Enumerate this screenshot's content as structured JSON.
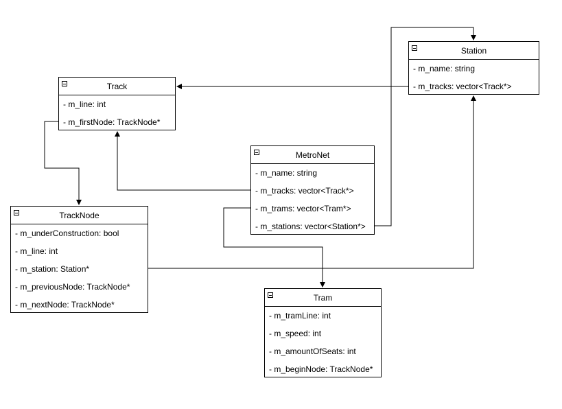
{
  "classes": {
    "track": {
      "name": "Track",
      "attributes": [
        "- m_line: int",
        "- m_firstNode: TrackNode*"
      ]
    },
    "station": {
      "name": "Station",
      "attributes": [
        "- m_name: string",
        "- m_tracks: vector<Track*>"
      ]
    },
    "metronet": {
      "name": "MetroNet",
      "attributes": [
        "- m_name: string",
        "- m_tracks: vector<Track*>",
        "- m_trams: vector<Tram*>",
        "- m_stations: vector<Station*>"
      ]
    },
    "tracknode": {
      "name": "TrackNode",
      "attributes": [
        "- m_underConstruction: bool",
        "- m_line: int",
        "- m_station: Station*",
        "- m_previousNode: TrackNode*",
        "- m_nextNode: TrackNode*"
      ]
    },
    "tram": {
      "name": "Tram",
      "attributes": [
        "- m_tramLine: int",
        "- m_speed: int",
        "- m_amountOfSeats: int",
        "- m_beginNode: TrackNode*"
      ]
    }
  },
  "colors": {
    "line": "#000000",
    "box_border": "#000000",
    "background": "#ffffff"
  }
}
